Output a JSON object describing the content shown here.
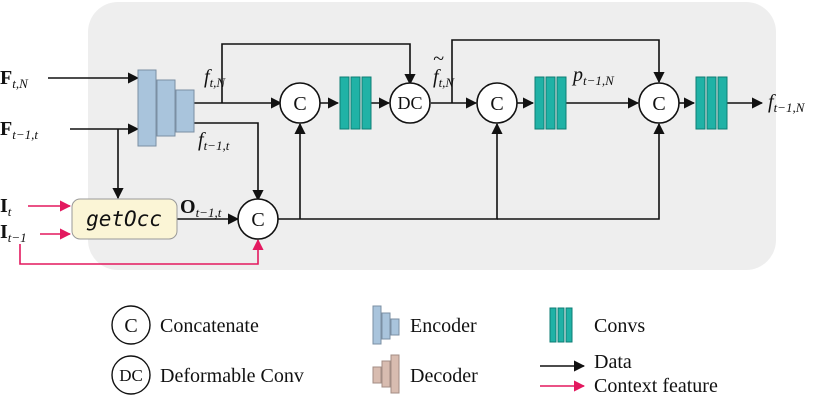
{
  "diagram": {
    "inputs": {
      "F_tN": {
        "base": "F",
        "sub": "t,N"
      },
      "F_t1t": {
        "base": "F",
        "sub": "t−1,t"
      },
      "I_t": {
        "base": "I",
        "sub": "t"
      },
      "I_t1": {
        "base": "I",
        "sub": "t−1"
      }
    },
    "intermediate": {
      "f_tN": {
        "base": "f",
        "sub": "t,N"
      },
      "f_t1t": {
        "base": "f",
        "sub": "t−1,t"
      },
      "O_t1t": {
        "base": "O",
        "sub": "t−1,t"
      },
      "f_tilde_tN": {
        "base": "f",
        "sub": "t,N",
        "accent": "~"
      },
      "p_t1N": {
        "base": "p",
        "sub": "t−1,N"
      }
    },
    "output": {
      "f_t1N": {
        "base": "f",
        "sub": "t−1,N"
      }
    },
    "nodes": {
      "concat": "C",
      "deform": "DC",
      "getocc": "getOcc"
    },
    "legend": {
      "concatenate": "Concatenate",
      "deformable_conv": "Deformable Conv",
      "encoder": "Encoder",
      "decoder": "Decoder",
      "convs": "Convs",
      "data": "Data",
      "context_feature": "Context feature",
      "concat_symbol": "C",
      "deform_symbol": "DC"
    },
    "colors": {
      "panel": "#eeeeee",
      "encoder": "#a9c4dc",
      "decoder": "#d8bcb0",
      "convs": "#20b2a6",
      "getocc_fill": "#fbf5d6",
      "data_arrow": "#111111",
      "context_arrow": "#e3195f"
    }
  }
}
